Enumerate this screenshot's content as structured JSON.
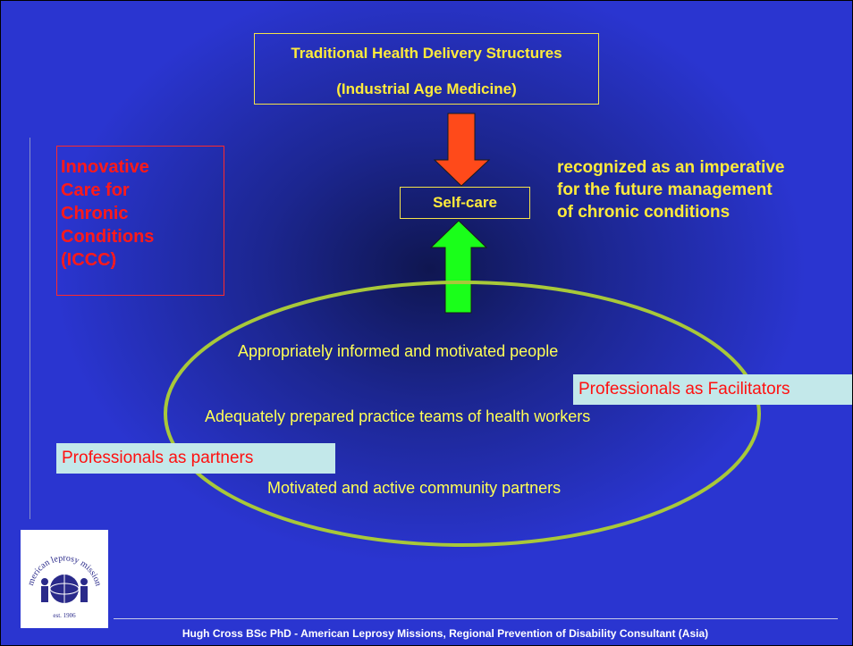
{
  "top_box": {
    "line1": "Traditional Health Delivery Structures",
    "line2": "(Industrial Age Medicine)"
  },
  "iccc": {
    "lines": [
      "Innovative",
      "Care for",
      "Chronic",
      "Conditions",
      "(ICCC)"
    ]
  },
  "self_care": "Self-care",
  "imperative": {
    "lines": [
      "recognized as an imperative",
      "for the future management",
      "of chronic conditions"
    ]
  },
  "ellipse_items": [
    "Appropriately informed and motivated people",
    "Adequately prepared practice teams of health workers",
    "Motivated and active community partners"
  ],
  "tags": {
    "facilitators": "Professionals as Facilitators",
    "partners": "Professionals as partners"
  },
  "logo": {
    "text": "american leprosy missions",
    "est": "est. 1906"
  },
  "footer": "Hugh Cross BSc PhD -  American Leprosy Missions, Regional Prevention of Disability Consultant (Asia)",
  "colors": {
    "background": "#2a35d0",
    "text_yellow": "#ffeb3b",
    "text_red": "#ff1a1a",
    "arrow_down": "#ff4a1a",
    "arrow_up": "#1aff1a",
    "ellipse_stroke": "#a8c83a",
    "tag_background": "#c3e8ea"
  },
  "icons": {
    "down_arrow": "arrow-down",
    "up_arrow": "arrow-up",
    "logo": "globe-people-logo"
  }
}
